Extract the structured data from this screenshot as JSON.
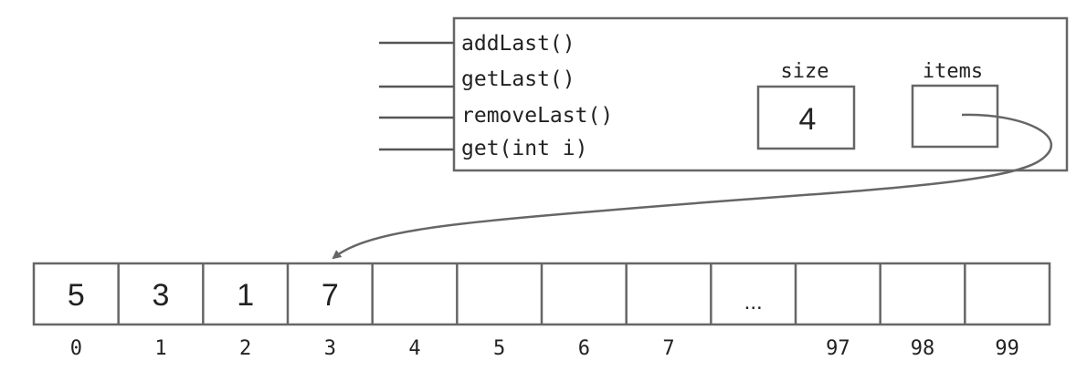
{
  "object": {
    "methods": [
      "addLast()",
      "getLast()",
      "removeLast()",
      "get(int i)"
    ],
    "fields": {
      "size": {
        "label": "size",
        "value": "4"
      },
      "items": {
        "label": "items"
      }
    }
  },
  "array": {
    "cells": [
      "5",
      "3",
      "1",
      "7",
      "",
      "",
      "",
      "",
      "...",
      "",
      "",
      ""
    ],
    "indices": [
      "0",
      "1",
      "2",
      "3",
      "4",
      "5",
      "6",
      "7",
      "",
      "97",
      "98",
      "99"
    ]
  },
  "colors": {
    "stroke": "#666666",
    "text": "#222222"
  }
}
